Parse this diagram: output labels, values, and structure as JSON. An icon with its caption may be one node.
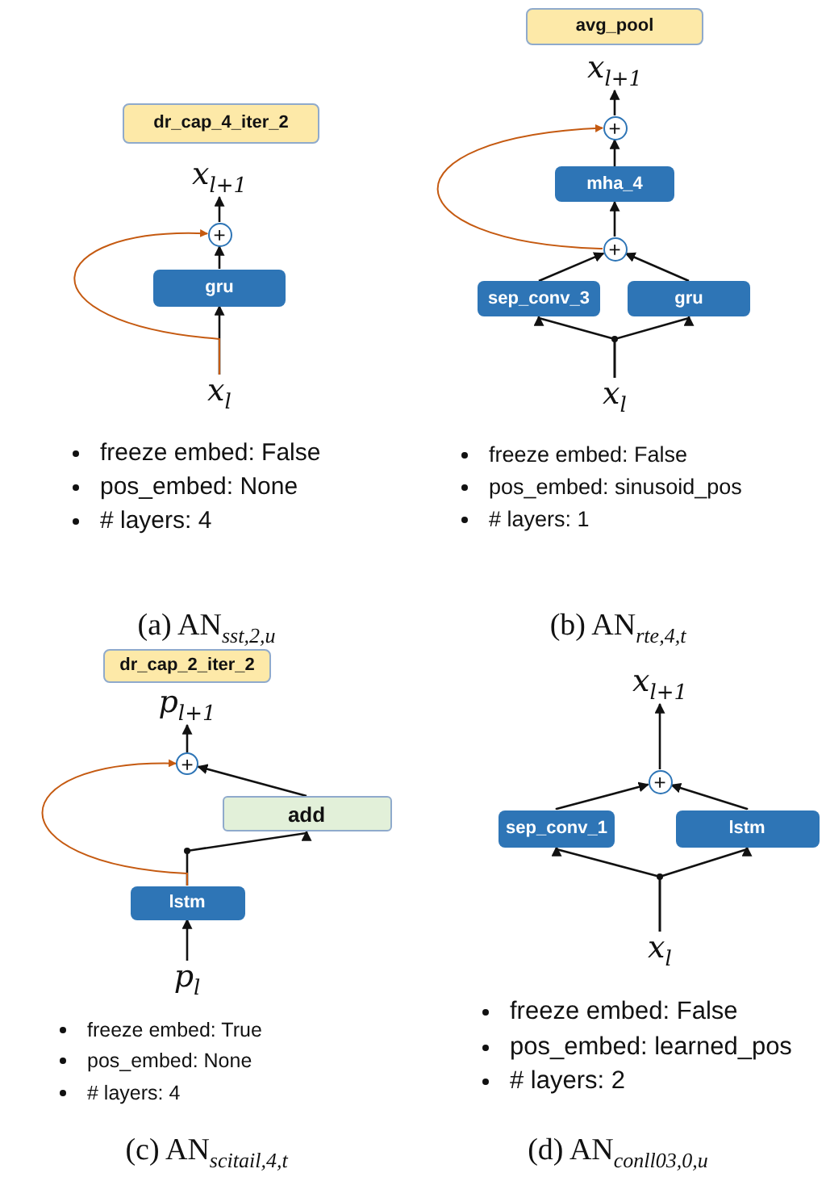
{
  "diagram": {
    "nodes": [
      {
        "text": [
          "dr_cap_4_iter_2"
        ]
      },
      {
        "text": [
          "x$_{l+1}$"
        ]
      },
      {
        "text": [
          "+"
        ]
      },
      {
        "text": [
          "gru"
        ]
      },
      {
        "text": [
          "x$_{l}$"
        ]
      },
      {
        "text": [
          "avg_pool"
        ]
      },
      {
        "text": [
          "x$_{l+1}$"
        ]
      },
      {
        "text": [
          "+"
        ]
      },
      {
        "text": [
          "mha_4"
        ]
      },
      {
        "text": [
          "+"
        ]
      },
      {
        "text": [
          "sep_conv_3"
        ]
      },
      {
        "text": [
          "gru"
        ]
      },
      {
        "text": [
          "x$_{l}$"
        ]
      },
      {
        "text": [
          "dr_cap_2_iter_2"
        ]
      },
      {
        "text": [
          "p$_{l+1}$"
        ]
      },
      {
        "text": [
          "+"
        ]
      },
      {
        "text": [
          "add"
        ]
      },
      {
        "text": [
          "lstm"
        ]
      },
      {
        "text": [
          "p$_{l}$"
        ]
      },
      {
        "text": [
          "x$_{l+1}$"
        ]
      },
      {
        "text": [
          "+"
        ]
      },
      {
        "text": [
          "sep_conv_1"
        ]
      },
      {
        "text": [
          "lstm"
        ]
      },
      {
        "text": [
          "x$_{l}$"
        ]
      }
    ],
    "edges": [
      {
        "from": 4,
        "to": 3,
        "arrow": "to"
      },
      {
        "from": 3,
        "to": 2,
        "arrow": "to"
      },
      {
        "from": 2,
        "to": 1,
        "arrow": "to"
      },
      {
        "from": 4,
        "to": 2,
        "arrow": "to",
        "color": "#c55a11"
      },
      {
        "from": 12,
        "to": 10,
        "arrow": "to"
      },
      {
        "from": 12,
        "to": 11,
        "arrow": "to"
      },
      {
        "from": 10,
        "to": 9,
        "arrow": "to"
      },
      {
        "from": 11,
        "to": 9,
        "arrow": "to"
      },
      {
        "from": 9,
        "to": 8,
        "arrow": "to"
      },
      {
        "from": 8,
        "to": 7,
        "arrow": "to"
      },
      {
        "from": 7,
        "to": 6,
        "arrow": "to"
      },
      {
        "from": 9,
        "to": 7,
        "arrow": "to",
        "color": "#c55a11"
      },
      {
        "from": 18,
        "to": 17,
        "arrow": "to"
      },
      {
        "from": 17,
        "to": 16,
        "arrow": "to"
      },
      {
        "from": 16,
        "to": 15,
        "arrow": "to"
      },
      {
        "from": 15,
        "to": 14,
        "arrow": "to"
      },
      {
        "from": 17,
        "to": 15,
        "arrow": "to",
        "color": "#c55a11"
      },
      {
        "from": 23,
        "to": 21,
        "arrow": "to"
      },
      {
        "from": 23,
        "to": 22,
        "arrow": "to"
      },
      {
        "from": 21,
        "to": 20,
        "arrow": "to"
      },
      {
        "from": 22,
        "to": 20,
        "arrow": "to"
      },
      {
        "from": 20,
        "to": 19,
        "arrow": "to"
      }
    ],
    "labels": [
      "freeze embed: False",
      "pos_embed: None",
      "# layers: 4",
      "freeze embed: False",
      "pos_embed: sinusoid_pos",
      "# layers: 1",
      "(a) AN$_{sst,2,u}$",
      "(b) AN$_{rte,4,t}$",
      "freeze embed: True",
      "pos_embed: None",
      "# layers: 4",
      "freeze embed: False",
      "pos_embed: learned_pos",
      "# layers: 2",
      "(c) AN$_{scitail,4,t}$",
      "(d) AN$_{conll03,0,u}$"
    ]
  }
}
